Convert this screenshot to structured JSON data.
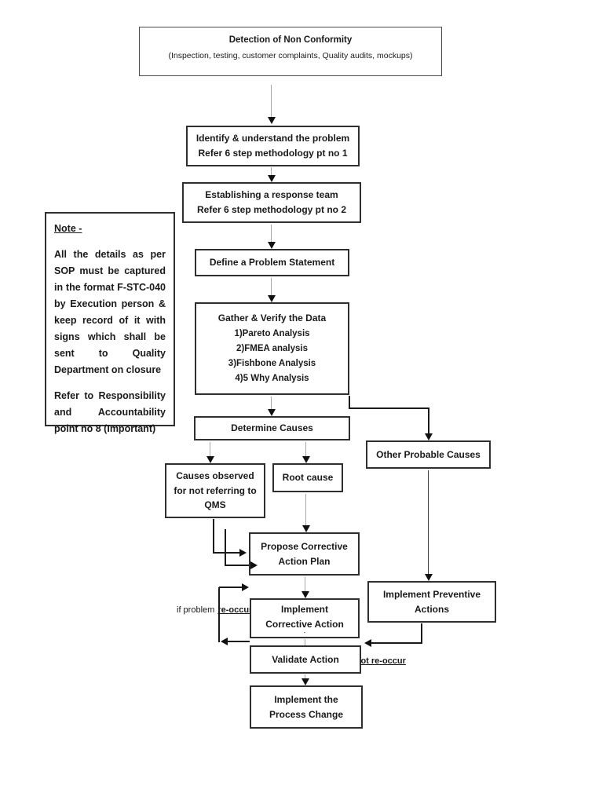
{
  "nodes": {
    "detection": {
      "title": "Detection of Non Conformity",
      "subtitle": "(Inspection, testing, customer complaints, Quality audits, mockups)"
    },
    "identify": {
      "line1": "Identify & understand the problem",
      "line2": "Refer 6 step methodology pt no 1"
    },
    "team": {
      "line1": "Establishing a response team",
      "line2": "Refer 6 step methodology pt no  2"
    },
    "define": {
      "label": "Define a Problem Statement"
    },
    "gather": {
      "title": "Gather & Verify the Data",
      "items": [
        "1)Pareto Analysis",
        "2)FMEA analysis",
        "3)Fishbone Analysis",
        "4)5 Why Analysis"
      ]
    },
    "determine": {
      "label": "Determine Causes"
    },
    "causes_observed": {
      "label": "Causes observed for not referring to QMS"
    },
    "root_cause": {
      "label": "Root cause"
    },
    "other_probable": {
      "label": "Other Probable Causes"
    },
    "propose": {
      "line1": "Propose Corrective",
      "line2": "Action Plan"
    },
    "implement_corrective": {
      "line1": "Implement",
      "line2": "Corrective Action",
      "mark": "-"
    },
    "implement_preventive": {
      "line1": "Implement Preventive",
      "line2": "Actions"
    },
    "validate": {
      "label": "Validate Action"
    },
    "process_change": {
      "line1": "Implement the",
      "line2": "Process Change"
    }
  },
  "note": {
    "title": "Note -",
    "body1": "All the details as per SOP must be captured in the format F-STC-040 by Execution person & keep record of it with signs which shall be sent to Quality Department on closure",
    "body2": "Refer to Responsibility and Accountability point no 8 (Important)"
  },
  "annotations": {
    "if_problem": "if problem",
    "re_occur": "re-occur",
    "does_not_reoccur": "does not re-occur"
  },
  "colors": {
    "connector_gray": "#a8a8a8",
    "connector_black": "#1a1a1a",
    "box_border": "#2f2f2f",
    "text": "#1a1a1a",
    "background": "#ffffff"
  }
}
